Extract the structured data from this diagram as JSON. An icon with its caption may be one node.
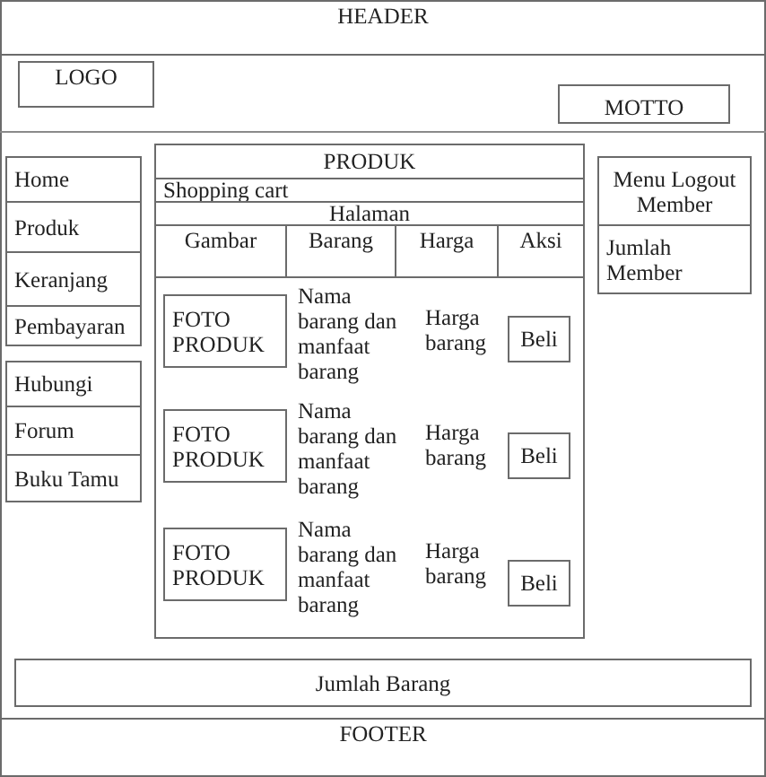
{
  "diagram": {
    "nodes": [
      {
        "text": [
          "HEADER"
        ]
      },
      {
        "text": [
          "LOGO"
        ]
      },
      {
        "text": [
          "MOTTO"
        ]
      },
      {
        "text": [
          "Home"
        ]
      },
      {
        "text": [
          "Produk"
        ]
      },
      {
        "text": [
          "Keranjang"
        ]
      },
      {
        "text": [
          "Pembayaran"
        ]
      },
      {
        "text": [
          "Hubungi"
        ]
      },
      {
        "text": [
          "Forum"
        ]
      },
      {
        "text": [
          "Buku Tamu"
        ]
      },
      {
        "text": [
          "PRODUK"
        ]
      },
      {
        "text": [
          "Shopping cart"
        ],
        "in": 10
      },
      {
        "text": [
          "Halaman"
        ],
        "in": 10
      },
      {
        "text": [
          "Gambar"
        ],
        "in": 10
      },
      {
        "text": [
          "Barang"
        ],
        "in": 10
      },
      {
        "text": [
          "Harga"
        ],
        "in": 10
      },
      {
        "text": [
          "Aksi"
        ],
        "in": 10
      },
      {
        "text": [
          "FOTO PRODUK"
        ],
        "in": 10
      },
      {
        "text": [
          "Beli"
        ],
        "in": 10
      },
      {
        "text": [
          "FOTO PRODUK"
        ],
        "in": 10
      },
      {
        "text": [
          "Beli"
        ],
        "in": 10
      },
      {
        "text": [
          "FOTO PRODUK"
        ],
        "in": 10
      },
      {
        "text": [
          "Beli"
        ],
        "in": 10
      },
      {
        "text": [
          "Menu Logout Member"
        ]
      },
      {
        "text": [
          "Jumlah Member"
        ]
      },
      {
        "text": [
          "Jumlah Barang"
        ]
      },
      {
        "text": [
          "FOOTER"
        ]
      }
    ],
    "labels": [
      "Nama barang dan manfaat barang",
      "Harga barang",
      "Nama barang dan manfaat barang",
      "Harga barang",
      "Nama barang dan manfaat barang",
      "Harga barang"
    ]
  }
}
